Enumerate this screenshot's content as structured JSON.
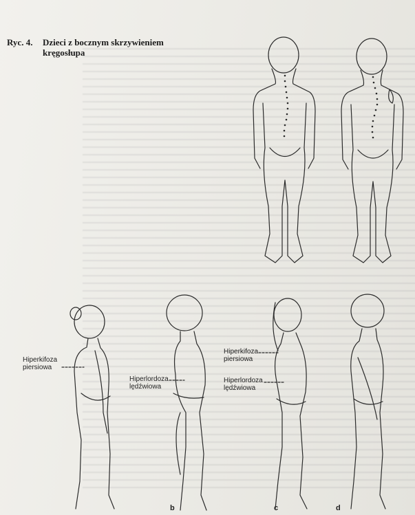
{
  "caption": {
    "number": "Ryc. 4.",
    "title_line1": "Dzieci z bocznym skrzywieniem",
    "title_line2": "kręgosłupa"
  },
  "labels": {
    "hiperkifoza_a": [
      "Hiperkifoza",
      "piersiowa"
    ],
    "hiperlordoza_b": [
      "Hiperlordoza",
      "lędźwiowa"
    ],
    "hiperkifoza_c": [
      "Hiperkifoza",
      "piersiowa"
    ],
    "hiperlordoza_c": [
      "Hiperlordoza",
      "lędźwiowa"
    ]
  },
  "figure_letters": {
    "b": "b",
    "c": "c",
    "d": "d"
  }
}
